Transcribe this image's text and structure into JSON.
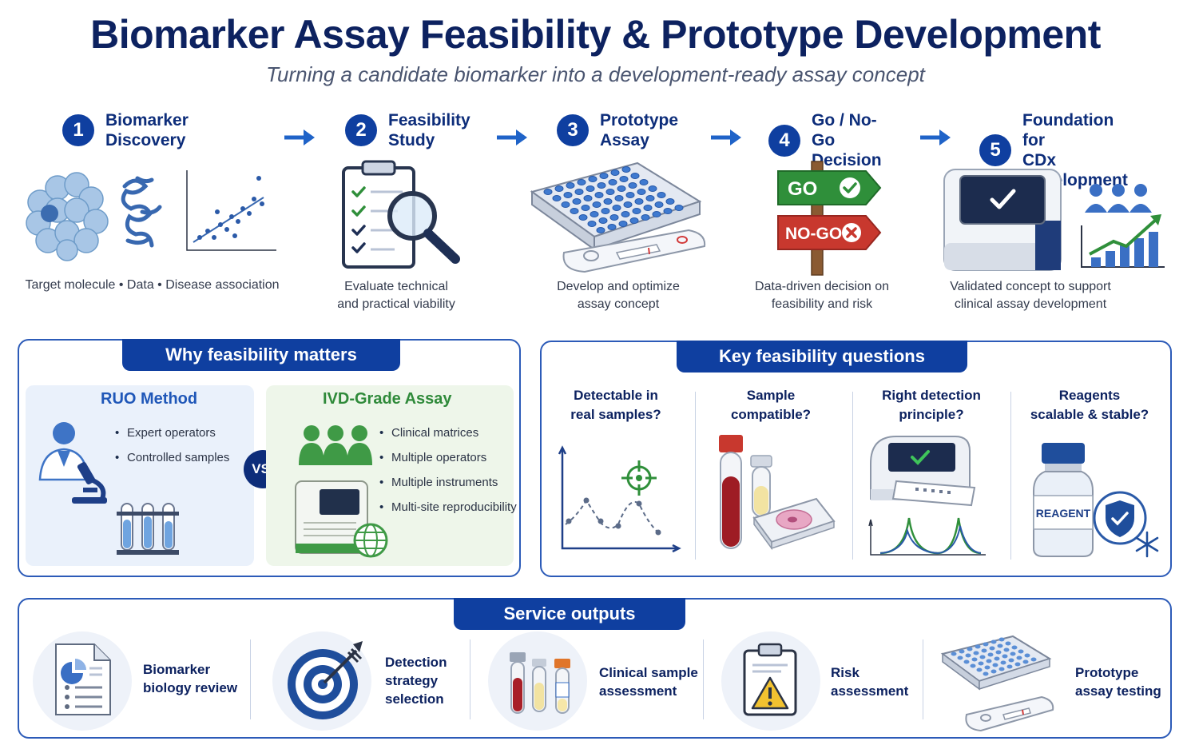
{
  "header": {
    "title": "Biomarker Assay Feasibility & Prototype Development",
    "subtitle": "Turning a candidate biomarker into a development-ready assay concept"
  },
  "steps": [
    {
      "number": "1",
      "title": "Biomarker\nDiscovery",
      "description": "Target molecule • Data • Disease association",
      "icon": "cell-protein-scatter-icon"
    },
    {
      "number": "2",
      "title": "Feasibility\nStudy",
      "description": "Evaluate technical\nand practical viability",
      "icon": "clipboard-magnifier-icon"
    },
    {
      "number": "3",
      "title": "Prototype\nAssay",
      "description": "Develop and optimize\nassay concept",
      "icon": "well-plate-cassette-icon"
    },
    {
      "number": "4",
      "title": "Go / No-Go\nDecision",
      "description": "Data-driven decision on\nfeasibility and risk",
      "icon": "signpost-icon",
      "go_label": "GO",
      "nogo_label": "NO-GO"
    },
    {
      "number": "5",
      "title": "Foundation for\nCDx Development",
      "description": "Validated concept to support\nclinical assay development",
      "icon": "analyzer-growth-icon"
    }
  ],
  "why": {
    "title": "Why feasibility matters",
    "ruo": {
      "title": "RUO Method",
      "bullets": [
        "Expert operators",
        "Controlled samples"
      ]
    },
    "vs": "VS.",
    "ivd": {
      "title": "IVD-Grade Assay",
      "bullets": [
        "Clinical matrices",
        "Multiple operators",
        "Multiple instruments",
        "Multi-site reproducibility"
      ]
    }
  },
  "questions": {
    "title": "Key feasibility questions",
    "items": [
      {
        "label": "Detectable in\nreal samples?",
        "icon": "detection-graph-icon"
      },
      {
        "label": "Sample\ncompatible?",
        "icon": "sample-tubes-icon"
      },
      {
        "label": "Right detection\nprinciple?",
        "icon": "reader-peaks-icon"
      },
      {
        "label": "Reagents\nscalable & stable?",
        "icon": "reagent-bottle-icon",
        "bottle_label": "REAGENT"
      }
    ]
  },
  "outputs": {
    "title": "Service outputs",
    "items": [
      {
        "label": "Biomarker\nbiology review",
        "icon": "document-chart-icon"
      },
      {
        "label": "Detection\nstrategy\nselection",
        "icon": "target-icon"
      },
      {
        "label": "Clinical sample\nassessment",
        "icon": "tubes-icon"
      },
      {
        "label": "Risk\nassessment",
        "icon": "warning-clipboard-icon"
      },
      {
        "label": "Prototype\nassay testing",
        "icon": "plate-cassette-icon"
      }
    ]
  },
  "colors": {
    "navy": "#0d2260",
    "primary": "#0f3fa0",
    "go": "#2f8f3a",
    "nogo": "#c8382e",
    "ruo_bg": "#eaf1fb",
    "ivd_bg": "#eef6ea"
  }
}
